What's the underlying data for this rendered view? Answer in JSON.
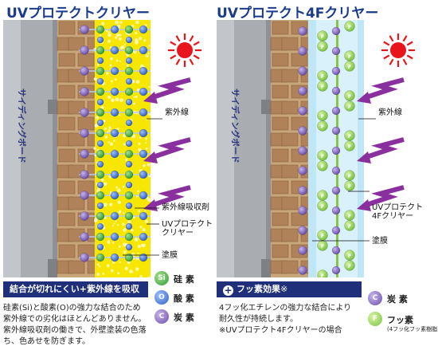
{
  "left": {
    "title": "UVプロテクトクリヤー",
    "siding_label": "サイディングボード",
    "callouts": {
      "uv": "紫外線",
      "absorber": "紫外線吸収剤",
      "product": "UVプロテクト\nクリヤー",
      "coating": "塗膜"
    },
    "legend": [
      {
        "symbol": "Si",
        "label": "硅 素",
        "color": "#2f9a3a"
      },
      {
        "symbol": "O",
        "label": "酸 素",
        "color": "#2f5fc2"
      },
      {
        "symbol": "C",
        "label": "炭 素",
        "color": "#6a4fa6"
      }
    ],
    "banner": "結合が切れにくい+紫外線を吸収",
    "body": [
      "硅素(Si)と酸素(O)の強力な結合のため",
      "紫外線での劣化はほとんどありません。",
      "紫外線吸収剤の働きで、外壁塗装の色落",
      "ち、色あせを防ぎます。"
    ]
  },
  "right": {
    "title": "UVプロテクト4Fクリヤー",
    "siding_label": "サイディングボード",
    "callouts": {
      "uv": "紫外線",
      "product": "UVプロテクト\n4Fクリヤー",
      "coating": "塗膜"
    },
    "legend": [
      {
        "symbol": "C",
        "label": "炭 素",
        "color": "#6a4fa6"
      },
      {
        "symbol": "F",
        "label": "フッ素",
        "sub": "(4フッ化フッ素樹脂)",
        "color": "#7cc242"
      }
    ],
    "banner": "フッ素効果",
    "banner_mark": "※",
    "body": [
      "4フッ化エチレンの強力な結合により",
      "耐久性が持続します。",
      "※UVプロテクト4Fクリヤーの場合"
    ]
  },
  "colors": {
    "navy": "#1f2f7a",
    "title": "#1a3a8c",
    "uv_arrow": "#8a2f9e",
    "sun": "#e8161c"
  }
}
